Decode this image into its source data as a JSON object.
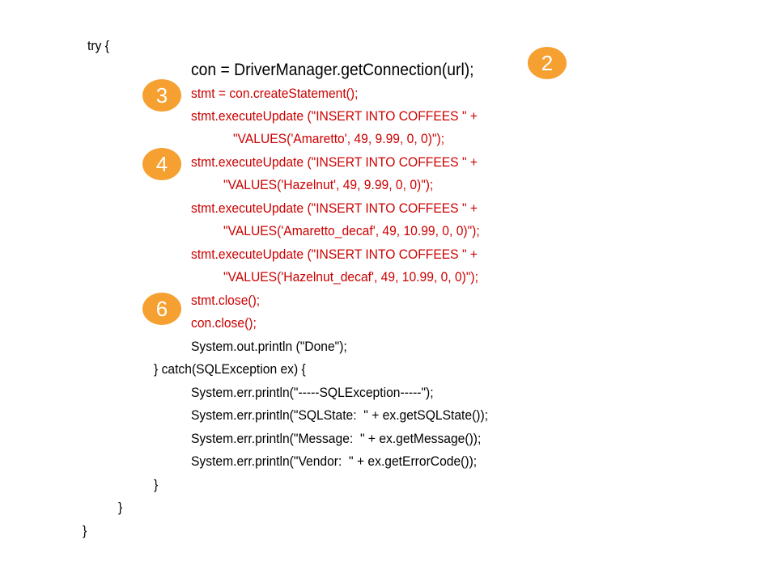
{
  "code_lines": [
    "try {",
    "con = DriverManager.getConnection(url);",
    "stmt = con.createStatement();",
    "stmt.executeUpdate (\"INSERT INTO COFFEES \" +",
    "\"VALUES('Amaretto', 49, 9.99, 0, 0)\");",
    "stmt.executeUpdate (\"INSERT INTO COFFEES \" +",
    "\"VALUES('Hazelnut', 49, 9.99, 0, 0)\");",
    "stmt.executeUpdate (\"INSERT INTO COFFEES \" +",
    "\"VALUES('Amaretto_decaf', 49, 10.99, 0, 0)\");",
    "stmt.executeUpdate (\"INSERT INTO COFFEES \" +",
    "\"VALUES('Hazelnut_decaf', 49, 10.99, 0, 0)\");",
    "stmt.close();",
    "con.close();",
    "System.out.println (\"Done\");",
    "} catch(SQLException ex) {",
    "System.err.println(\"-----SQLException-----\");",
    "System.err.println(\"SQLState:  \" + ex.getSQLState());",
    "System.err.println(\"Message:  \" + ex.getMessage());",
    "System.err.println(\"Vendor:  \" + ex.getErrorCode());",
    "}",
    "}",
    "}"
  ],
  "badges": [
    "2",
    "3",
    "4",
    "6"
  ],
  "colors": {
    "code_default": "#000000",
    "code_highlight": "#cc0000",
    "badge_fill": "#f5a030",
    "badge_text": "#ffffff"
  }
}
